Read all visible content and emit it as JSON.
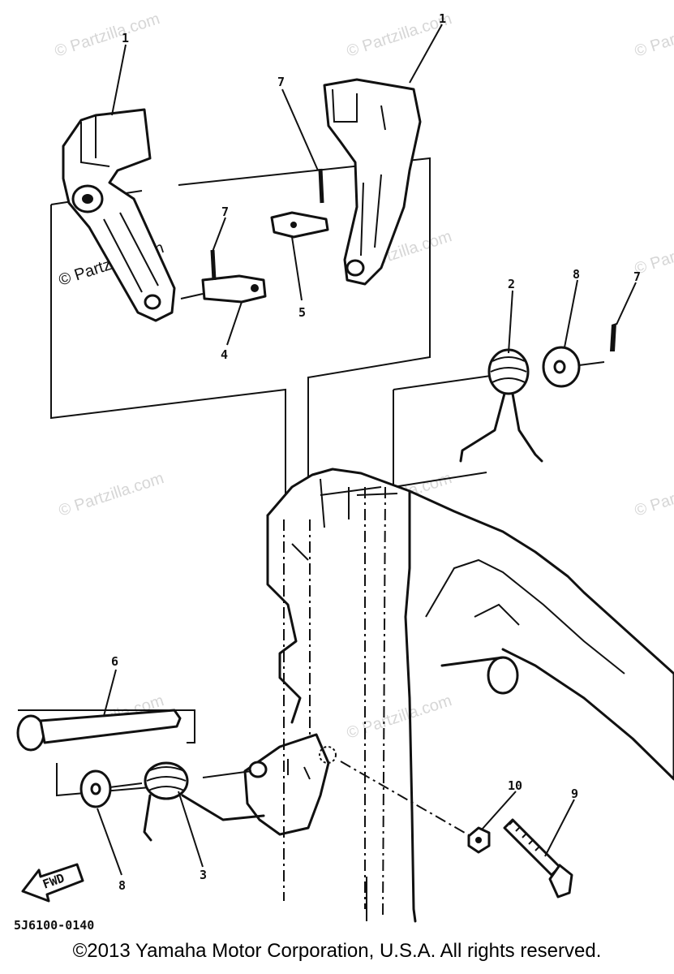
{
  "watermarks": [
    "© Partzilla.com"
  ],
  "callouts": {
    "c1a": "1",
    "c1b": "1",
    "c2": "2",
    "c3": "3",
    "c4": "4",
    "c5": "5",
    "c6": "6",
    "c7a": "7",
    "c7b": "7",
    "c7c": "7",
    "c8a": "8",
    "c8b": "8",
    "c9": "9",
    "c10": "10"
  },
  "diagram_code": "5J6100-0140",
  "fwd_label": "FWD",
  "copyright": "©2013 Yamaha Motor Corporation, U.S.A. All rights reserved."
}
